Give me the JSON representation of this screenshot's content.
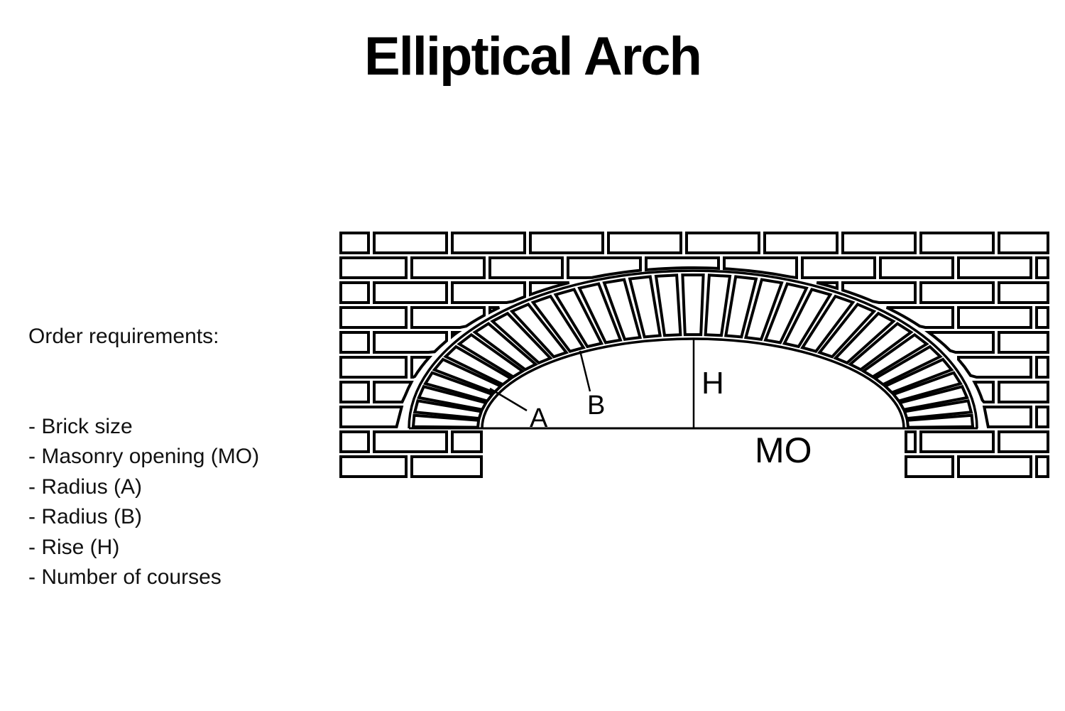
{
  "page": {
    "background": "#ffffff",
    "ink": "#000000"
  },
  "title": "Elliptical Arch",
  "requirements": {
    "heading": "Order requirements:",
    "items": [
      "- Brick size",
      "- Masonry opening (MO)",
      "- Radius (A)",
      "- Radius (B)",
      "- Rise (H)",
      "- Number of courses"
    ]
  },
  "diagram": {
    "labels": {
      "radius_a": "A",
      "radius_b": "B",
      "rise": "H",
      "masonry_opening": "MO"
    }
  }
}
